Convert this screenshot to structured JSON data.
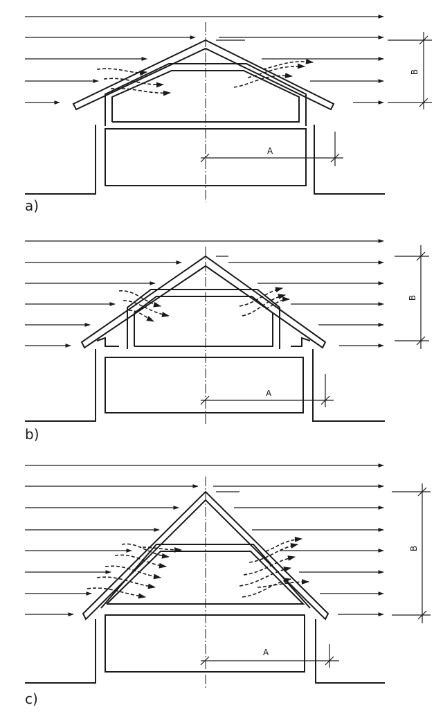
{
  "diagram": {
    "colors": {
      "ink": "#1a1a1a",
      "background": "#ffffff"
    },
    "panels": [
      {
        "id": "a",
        "label": "a)",
        "dim_horizontal": "A",
        "dim_vertical": "B"
      },
      {
        "id": "b",
        "label": "b)",
        "dim_horizontal": "A",
        "dim_vertical": "B"
      },
      {
        "id": "c",
        "label": "c)",
        "dim_horizontal": "A",
        "dim_vertical": "B"
      }
    ]
  }
}
